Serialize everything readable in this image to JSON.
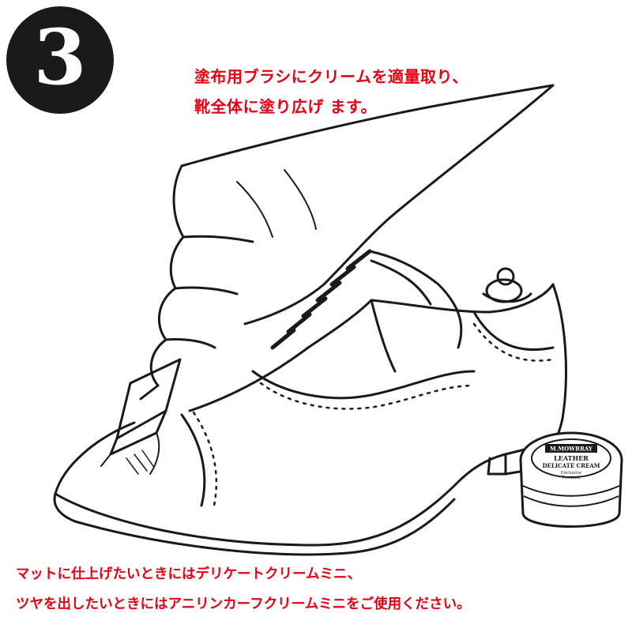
{
  "step": {
    "number": "3"
  },
  "instruction": {
    "line1": "塗布用ブラシにクリームを適量取り、",
    "line2": "靴全体に塗り広げ ます。"
  },
  "product": {
    "brand": "M.MOWBRAY",
    "name_line1": "LEATHER",
    "name_line2": "DELICATE CREAM",
    "sub_line1": "Exclusive",
    "sub_line2": "Formula"
  },
  "note": {
    "line1": "マットに仕上げたいときにはデリケートクリームミニ、",
    "line2": "ツヤを出したいときにはアニリンカーフクリームミニをご使用ください。"
  },
  "colors": {
    "accent": "#e60012",
    "ink": "#1a1a1a",
    "paper": "#ffffff"
  }
}
